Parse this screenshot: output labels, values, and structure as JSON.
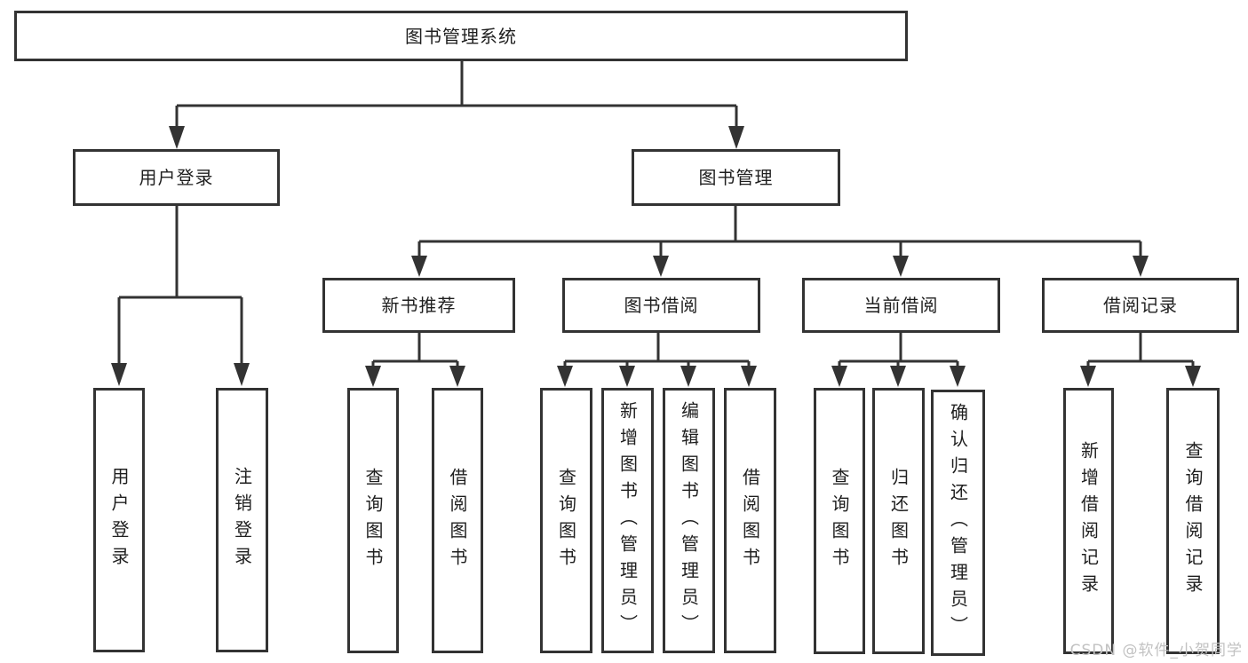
{
  "diagram": {
    "title": "图书管理系统",
    "nodes": {
      "root": "图书管理系统",
      "user_login": "用户登录",
      "book_management": "图书管理",
      "new_book_recommend": "新书推荐",
      "book_borrowing": "图书借阅",
      "current_borrowing": "当前借阅",
      "borrowing_records": "借阅记录",
      "user_login_action": "用户登录",
      "logout_action": "注销登录",
      "query_books_recommend": "查询图书",
      "borrow_books_recommend": "借阅图书",
      "query_books_borrowing": "查询图书",
      "add_books_admin": "新增图书（管理员）",
      "edit_books_admin": "编辑图书（管理员）",
      "borrow_books_borrowing": "借阅图书",
      "query_books_current": "查询图书",
      "return_books": "归还图书",
      "confirm_return_admin": "确认归还（管理员）",
      "add_borrow_record": "新增借阅记录",
      "query_borrow_record": "查询借阅记录"
    },
    "edges": [
      {
        "from": "root",
        "to": [
          "user_login",
          "book_management"
        ]
      },
      {
        "from": "user_login",
        "to": [
          "user_login_action",
          "logout_action"
        ]
      },
      {
        "from": "book_management",
        "to": [
          "new_book_recommend",
          "book_borrowing",
          "current_borrowing",
          "borrowing_records"
        ]
      },
      {
        "from": "new_book_recommend",
        "to": [
          "query_books_recommend",
          "borrow_books_recommend"
        ]
      },
      {
        "from": "book_borrowing",
        "to": [
          "query_books_borrowing",
          "add_books_admin",
          "edit_books_admin",
          "borrow_books_borrowing"
        ]
      },
      {
        "from": "current_borrowing",
        "to": [
          "query_books_current",
          "return_books",
          "confirm_return_admin"
        ]
      },
      {
        "from": "borrowing_records",
        "to": [
          "add_borrow_record",
          "query_borrow_record"
        ]
      }
    ]
  },
  "watermark": {
    "text": "CSDN @软件_小贺同学"
  },
  "colors": {
    "line": "#333333",
    "text": "#1f1f1f",
    "box_background": "#ffffff",
    "page_background": "#ffffff",
    "watermark": "#c2c2c2"
  }
}
